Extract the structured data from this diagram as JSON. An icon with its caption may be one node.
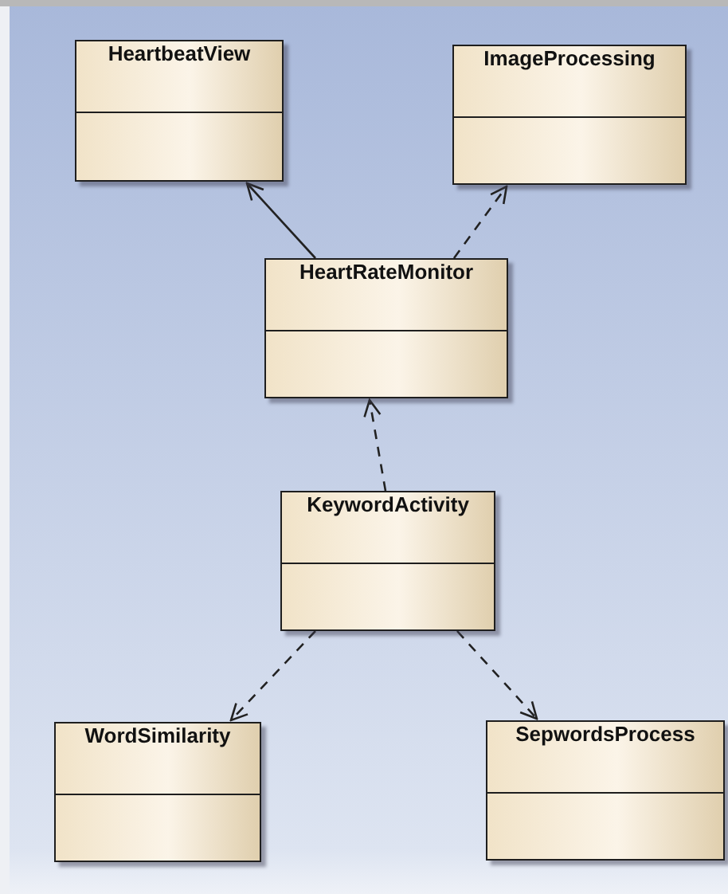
{
  "diagram": {
    "nodes": [
      {
        "text": [
          "HeartbeatView"
        ]
      },
      {
        "text": [
          "ImageProcessing"
        ]
      },
      {
        "text": [
          "HeartRateMonitor"
        ]
      },
      {
        "text": [
          "KeywordActivity"
        ]
      },
      {
        "text": [
          "WordSimilarity"
        ]
      },
      {
        "text": [
          "SepwordsProcess"
        ]
      }
    ],
    "edges": [
      {
        "from": 2,
        "to": 0,
        "arrow": "to"
      },
      {
        "from": 2,
        "to": 1,
        "arrow": "to",
        "style": "dashed"
      },
      {
        "from": 3,
        "to": 2,
        "arrow": "to",
        "style": "dashed"
      },
      {
        "from": 3,
        "to": 4,
        "arrow": "to",
        "style": "dashed"
      },
      {
        "from": 3,
        "to": 5,
        "arrow": "to",
        "style": "dashed"
      }
    ]
  }
}
